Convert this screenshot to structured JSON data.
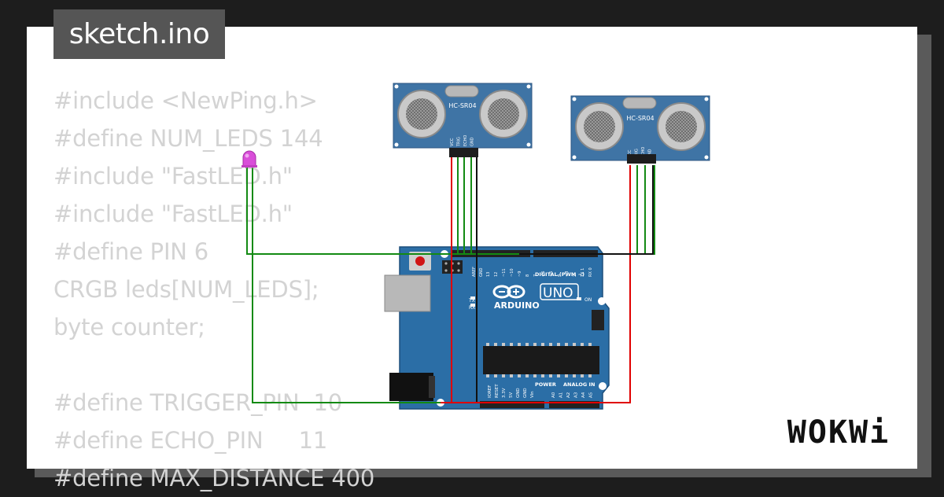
{
  "title": "sketch.ino",
  "logo_text": "WOKWi",
  "code_lines": [
    "#include <NewPing.h>",
    "#define NUM_LEDS 144",
    "#include \"FastLED.h\"",
    "#include \"FastLED.h\"",
    "#define PIN 6",
    "CRGB leds[NUM_LEDS];",
    "byte counter;",
    "",
    "#define TRIGGER_PIN  10",
    "#define ECHO_PIN     11",
    "#define MAX_DISTANCE 400"
  ],
  "sensors": [
    {
      "label": "HC-SR04",
      "pins": [
        "VCC",
        "TRIG",
        "ECHO",
        "GND"
      ]
    },
    {
      "label": "HC-SR04",
      "pins": [
        "VCC",
        "TRIG",
        "ECHO",
        "GND"
      ]
    }
  ],
  "arduino": {
    "brand": "ARDUINO",
    "model": "UNO",
    "digital_label": "DIGITAL (PWM ~)",
    "power_label": "POWER",
    "analog_label": "ANALOG IN",
    "on_label": "ON",
    "tx_label": "TX",
    "rx_label": "RX",
    "aref_label": "AREF",
    "gnd_label": "GND",
    "digital_pins": [
      "13",
      "12",
      "~11",
      "~10",
      "~9",
      "8",
      "7",
      "~6",
      "~5",
      "4",
      "~3",
      "2",
      "TX 1",
      "RX 0"
    ],
    "power_pins": [
      "IOREF",
      "RESET",
      "3.3V",
      "5V",
      "GND",
      "GND",
      "Vin"
    ],
    "analog_pins": [
      "A0",
      "A1",
      "A2",
      "A3",
      "A4",
      "A5"
    ]
  },
  "colors": {
    "background": "#1d1d1d",
    "card": "#ffffff",
    "code_text": "#d3d3d3",
    "title_badge": "#555555",
    "board": "#2b6ea6",
    "sensor": "#3f74a5",
    "wire_green": "#138a13",
    "wire_red": "#e00000",
    "wire_black": "#111111",
    "led": "#d94ed9"
  },
  "icons": [
    "led-icon",
    "arduino-uno-board",
    "ultrasonic-sensor",
    "wokwi-logo"
  ]
}
